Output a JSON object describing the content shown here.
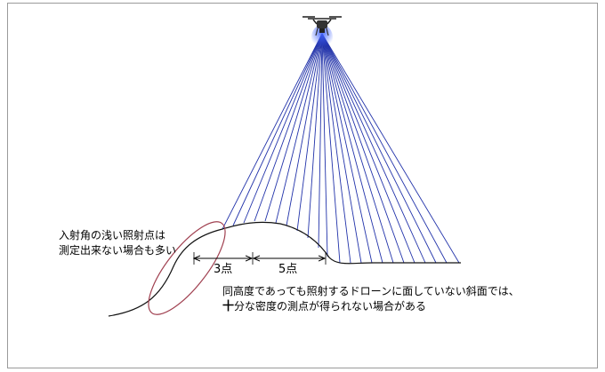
{
  "annotations": {
    "shallow_angle_line1": "入射角の浅い照射点は",
    "shallow_angle_line2": "測定出来ない場合も多い",
    "gap_a": "3点",
    "gap_b": "5点",
    "note_line1": "同高度であっても照射するドローンに面していない斜面では、",
    "note_line2_emph": "十",
    "note_line2_rest": "分な密度の測点が得られない場合がある"
  },
  "colors": {
    "beam": "#2233aa",
    "terrain": "#111111",
    "ellipse": "#a04050",
    "drone_glow": "#3355ee"
  },
  "icons": {
    "drone": "drone-icon"
  }
}
